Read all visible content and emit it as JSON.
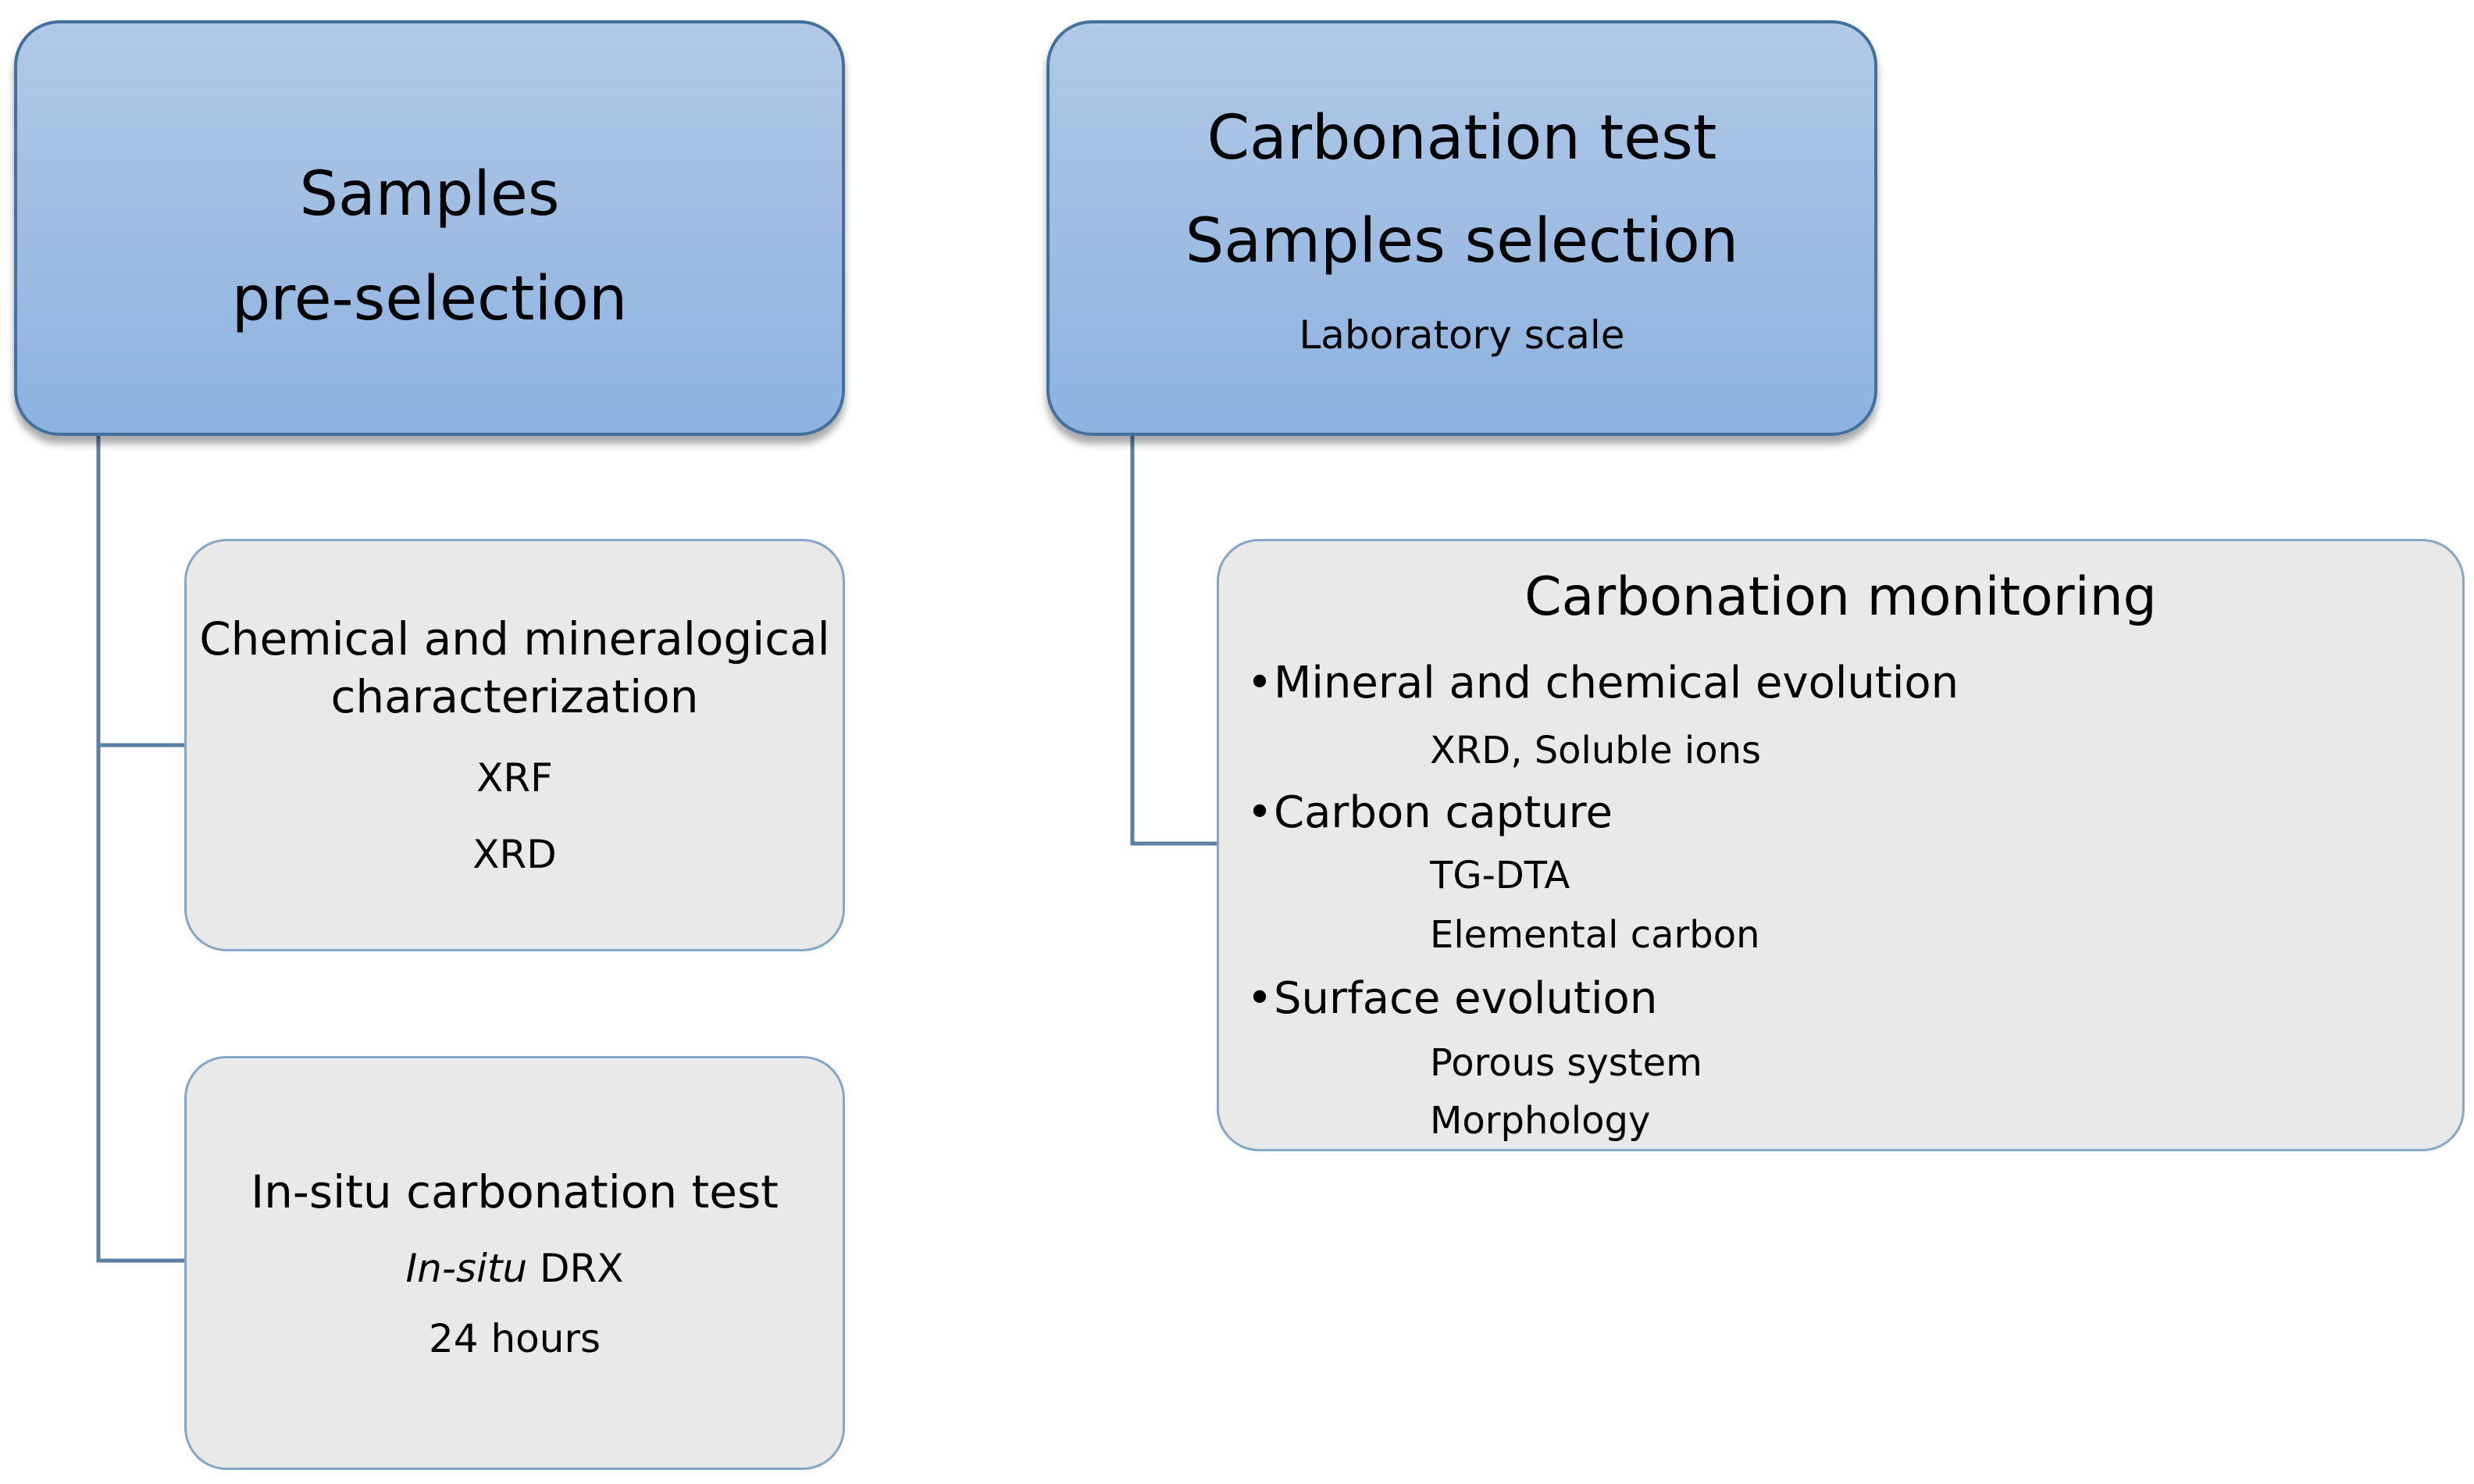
{
  "left_header": {
    "line1": "Samples",
    "line2": "pre-selection"
  },
  "right_header": {
    "line1": "Carbonation test",
    "line2": "Samples selection",
    "line3": "Laboratory scale"
  },
  "chem_box": {
    "line1": "Chemical and mineralogical",
    "line2": "characterization",
    "items": [
      "XRF",
      "XRD"
    ]
  },
  "insitu_box": {
    "title": "In-situ carbonation test",
    "italic": "In-situ",
    "rest": " DRX",
    "line3": "24 hours"
  },
  "monitoring": {
    "title": "Carbonation monitoring",
    "sections": [
      {
        "bullet": "•",
        "label": "Mineral and chemical evolution",
        "details": [
          "XRD, Soluble ions"
        ]
      },
      {
        "bullet": "•",
        "label": "Carbon capture",
        "details": [
          "TG-DTA",
          "Elemental carbon"
        ]
      },
      {
        "bullet": "•",
        "label": "Surface evolution",
        "details": [
          "Porous system",
          "Morphology"
        ]
      }
    ]
  },
  "colors": {
    "header_fill": "#9dbce3",
    "header_border": "#41719c",
    "box_fill": "#e9e9e9",
    "box_border": "#86a6c6",
    "connector": "#5b7ea3"
  }
}
